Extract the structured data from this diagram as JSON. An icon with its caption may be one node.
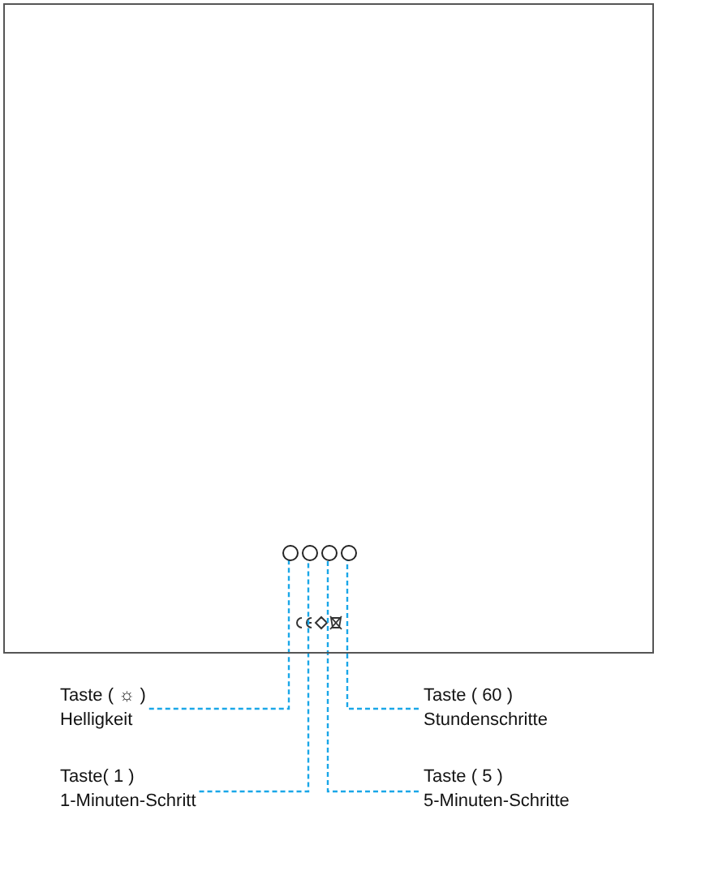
{
  "diagram": {
    "nodes": [
      {
        "text": [],
        "shape": "box"
      },
      {
        "text": [],
        "shape": "circle",
        "in": 0
      },
      {
        "text": [],
        "shape": "circle",
        "in": 0
      },
      {
        "text": [],
        "shape": "circle",
        "in": 0
      },
      {
        "text": [],
        "shape": "circle",
        "in": 0
      },
      {
        "text": [
          "Taste ( ☼ )",
          "Helligkeit"
        ]
      },
      {
        "text": [
          "Taste ( 60 )",
          "Stundenschritte"
        ]
      },
      {
        "text": [
          "Taste( 1 )",
          "1-Minuten-Schritt"
        ]
      },
      {
        "text": [
          "Taste ( 5 )",
          "5-Minuten-Schritte"
        ]
      }
    ],
    "edges": [
      {
        "from": 5,
        "to": 1,
        "arrow": "none",
        "style": "dashed"
      },
      {
        "from": 6,
        "to": 4,
        "arrow": "none",
        "style": "dashed"
      },
      {
        "from": 7,
        "to": 2,
        "arrow": "none",
        "style": "dashed"
      },
      {
        "from": 8,
        "to": 3,
        "arrow": "none",
        "style": "dashed"
      }
    ]
  }
}
